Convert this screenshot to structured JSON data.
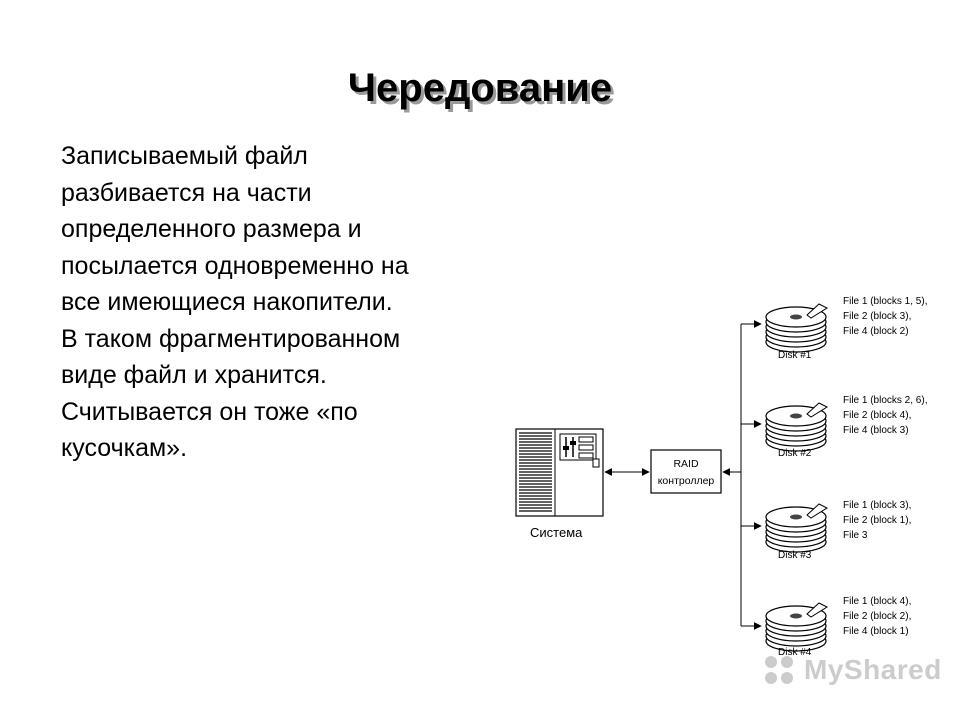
{
  "slide": {
    "title": "Чередование",
    "body_lines": [
      "Записываемый файл",
      "разбивается на части",
      "определенного размера и",
      "посылается одновременно на",
      "все имеющиеся накопители.",
      "В таком фрагментированном",
      "виде файл и хранится.",
      "Считывается он тоже «по",
      "кусочкам»."
    ]
  },
  "diagram": {
    "system_label": "Система",
    "controller_lines": [
      "RAID",
      "контроллер"
    ],
    "disks": [
      {
        "label": "Disk #1",
        "files": [
          "File 1 (blocks 1, 5),",
          "File 2 (block 3),",
          "File 4 (block 2)"
        ]
      },
      {
        "label": "Disk #2",
        "files": [
          "File 1 (blocks 2, 6),",
          "File 2 (block 4),",
          "File 4 (block 3)"
        ]
      },
      {
        "label": "Disk #3",
        "files": [
          "File 1 (block 3),",
          "File 2 (block 1),",
          "File 3"
        ]
      },
      {
        "label": "Disk #4",
        "files": [
          "File 1 (block 4),",
          "File 2 (block 2),",
          "File 4 (block 1)"
        ]
      }
    ]
  },
  "watermark": {
    "text": "MyShared",
    "icon": "myshared-logo-icon"
  },
  "colors": {
    "title_shadow": "#9a9a9a",
    "watermark": "#c4c4c4"
  }
}
